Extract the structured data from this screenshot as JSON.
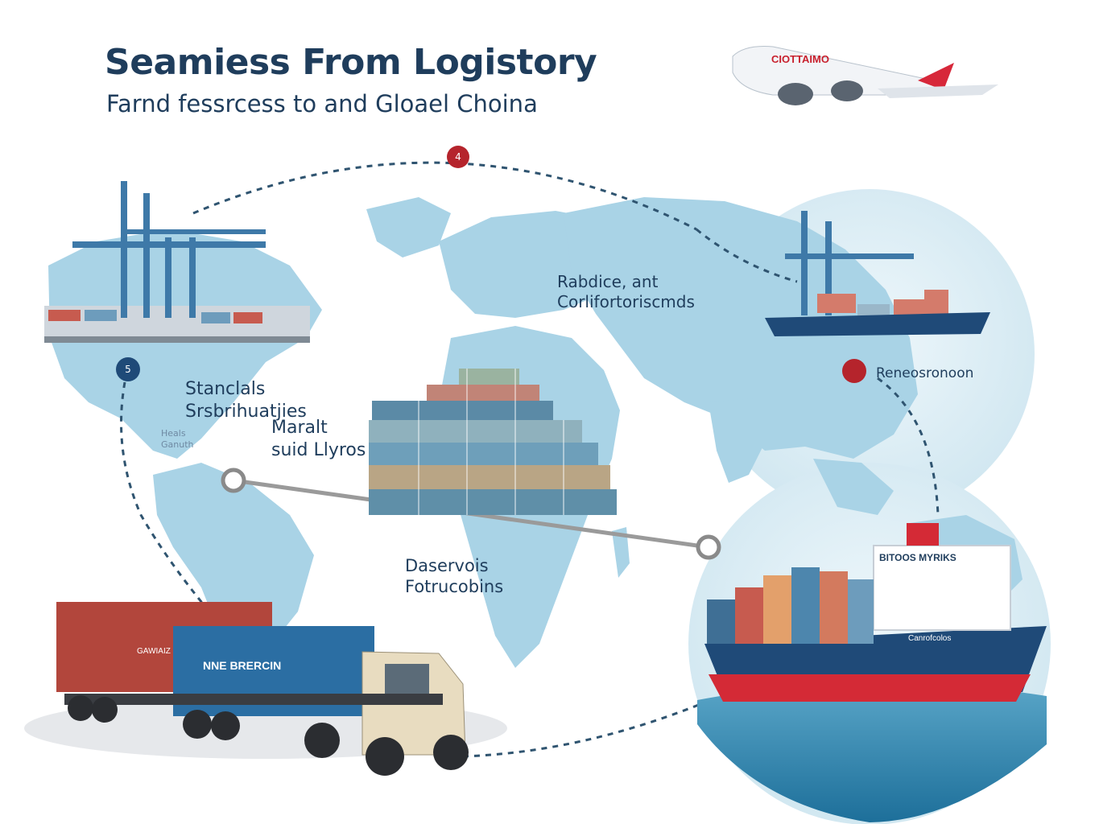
{
  "header": {
    "title": "Seamiess From Logistory",
    "subtitle": "Farnd fessrcess to and Gloael Choina"
  },
  "labels": {
    "radice": [
      "Rabdice, ant",
      "Corlifortoriscmds"
    ],
    "standards": [
      "Stanclals",
      "Srsbrihuatjies"
    ],
    "small_note": [
      "Heals",
      "Ganuth"
    ],
    "market": [
      "Maralt",
      "suid Llyros"
    ],
    "daservois": [
      "Daservois",
      "Fotrucobins"
    ],
    "reneo": "Reneosronoon"
  },
  "badges": {
    "route_top": "4",
    "route_west": "5",
    "route_east": ""
  },
  "vehicles": {
    "plane_livery": "CIOTTAIMO",
    "truck_container_left": "GAWIAIZ",
    "truck_container_right": "NNE BRERCIN",
    "ship_bridge_text": "BITOOS MYRIKS",
    "ship_hull_text": "Canrofcolos"
  },
  "colors": {
    "ocean": "#c9e4ef",
    "land": "#a9d3e6",
    "navy": "#1f3d5c",
    "accent_red": "#b5242c",
    "route": "#2f5470",
    "connector": "#9a9a9a"
  },
  "icons": [
    "port-crane-icon",
    "container-stack-icon",
    "cargo-ship-icon",
    "airplane-icon",
    "truck-icon"
  ]
}
